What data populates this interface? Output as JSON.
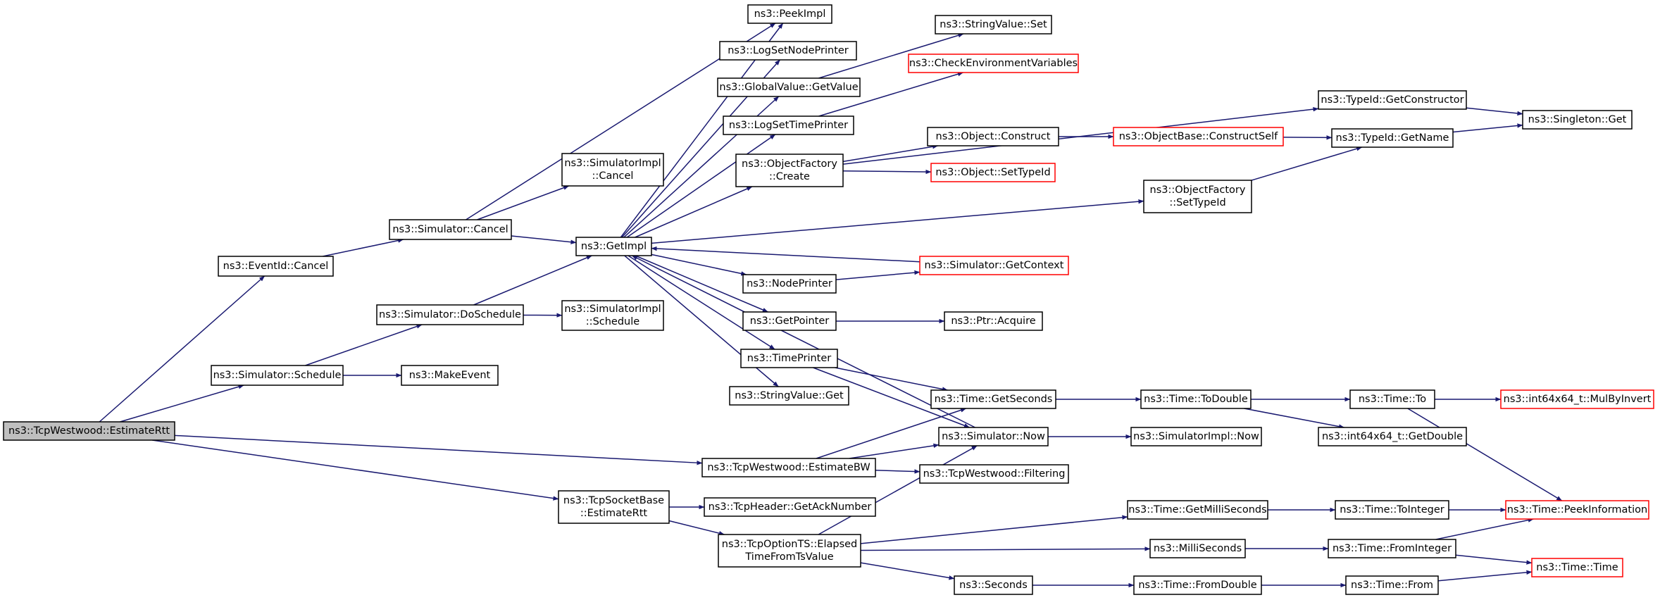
{
  "colors": {
    "edge": "#191970",
    "box_border": "#000000",
    "box_missing_border": "#ff0000",
    "box_fill": "#ffffff",
    "root_fill": "#bfbfbf"
  },
  "nodes": [
    {
      "id": "estimate_rtt_root",
      "lines": [
        "ns3::TcpWestwood::EstimateRtt"
      ],
      "style": "root"
    },
    {
      "id": "eventid_cancel",
      "lines": [
        "ns3::EventId::Cancel"
      ],
      "style": "normal"
    },
    {
      "id": "simulator_schedule",
      "lines": [
        "ns3::Simulator::Schedule"
      ],
      "style": "normal"
    },
    {
      "id": "simulator_cancel",
      "lines": [
        "ns3::Simulator::Cancel"
      ],
      "style": "normal"
    },
    {
      "id": "simulator_doschedule",
      "lines": [
        "ns3::Simulator::DoSchedule"
      ],
      "style": "normal"
    },
    {
      "id": "makeevent",
      "lines": [
        "ns3::MakeEvent"
      ],
      "style": "normal"
    },
    {
      "id": "simulatorimpl_cancel",
      "lines": [
        "ns3::SimulatorImpl",
        "::Cancel"
      ],
      "style": "normal"
    },
    {
      "id": "getimpl",
      "lines": [
        "ns3::GetImpl"
      ],
      "style": "normal"
    },
    {
      "id": "simulatorimpl_schedule",
      "lines": [
        "ns3::SimulatorImpl",
        "::Schedule"
      ],
      "style": "normal"
    },
    {
      "id": "tcpsocketbase_estimatertt",
      "lines": [
        "ns3::TcpSocketBase",
        "::EstimateRtt"
      ],
      "style": "normal"
    },
    {
      "id": "peekimpl",
      "lines": [
        "ns3::PeekImpl"
      ],
      "style": "normal"
    },
    {
      "id": "logsetnodeprinter",
      "lines": [
        "ns3::LogSetNodePrinter"
      ],
      "style": "normal"
    },
    {
      "id": "globalvalue_getvalue",
      "lines": [
        "ns3::GlobalValue::GetValue"
      ],
      "style": "normal"
    },
    {
      "id": "logsettimeprinter",
      "lines": [
        "ns3::LogSetTimePrinter"
      ],
      "style": "normal"
    },
    {
      "id": "objectfactory_create",
      "lines": [
        "ns3::ObjectFactory",
        "::Create"
      ],
      "style": "normal"
    },
    {
      "id": "nodeprinter",
      "lines": [
        "ns3::NodePrinter"
      ],
      "style": "normal"
    },
    {
      "id": "getpointer",
      "lines": [
        "ns3::GetPointer"
      ],
      "style": "normal"
    },
    {
      "id": "timeprinter",
      "lines": [
        "ns3::TimePrinter"
      ],
      "style": "normal"
    },
    {
      "id": "stringvalue_get",
      "lines": [
        "ns3::StringValue::Get"
      ],
      "style": "normal"
    },
    {
      "id": "tcpwestwood_estimatebw",
      "lines": [
        "ns3::TcpWestwood::EstimateBW"
      ],
      "style": "normal"
    },
    {
      "id": "tcpheader_getacknumber",
      "lines": [
        "ns3::TcpHeader::GetAckNumber"
      ],
      "style": "normal"
    },
    {
      "id": "tcpoptionts_elapsed",
      "lines": [
        "ns3::TcpOptionTS::Elapsed",
        "TimeFromTsValue"
      ],
      "style": "normal"
    },
    {
      "id": "stringvalue_set",
      "lines": [
        "ns3::StringValue::Set"
      ],
      "style": "normal"
    },
    {
      "id": "checkenvironmentvariables",
      "lines": [
        "ns3::CheckEnvironmentVariables"
      ],
      "style": "missing"
    },
    {
      "id": "object_construct",
      "lines": [
        "ns3::Object::Construct"
      ],
      "style": "normal"
    },
    {
      "id": "object_settypeid",
      "lines": [
        "ns3::Object::SetTypeId"
      ],
      "style": "missing"
    },
    {
      "id": "simulator_getcontext",
      "lines": [
        "ns3::Simulator::GetContext"
      ],
      "style": "missing"
    },
    {
      "id": "ptr_acquire",
      "lines": [
        "ns3::Ptr::Acquire"
      ],
      "style": "normal"
    },
    {
      "id": "time_getseconds",
      "lines": [
        "ns3::Time::GetSeconds"
      ],
      "style": "normal"
    },
    {
      "id": "simulator_now",
      "lines": [
        "ns3::Simulator::Now"
      ],
      "style": "normal"
    },
    {
      "id": "tcpwestwood_filtering",
      "lines": [
        "ns3::TcpWestwood::Filtering"
      ],
      "style": "normal"
    },
    {
      "id": "objectbase_constructself",
      "lines": [
        "ns3::ObjectBase::ConstructSelf"
      ],
      "style": "missing"
    },
    {
      "id": "objectfactory_settypeid",
      "lines": [
        "ns3::ObjectFactory",
        "::SetTypeId"
      ],
      "style": "normal"
    },
    {
      "id": "time_todouble",
      "lines": [
        "ns3::Time::ToDouble"
      ],
      "style": "normal"
    },
    {
      "id": "simulatorimpl_now",
      "lines": [
        "ns3::SimulatorImpl::Now"
      ],
      "style": "normal"
    },
    {
      "id": "time_getmilliseconds",
      "lines": [
        "ns3::Time::GetMilliSeconds"
      ],
      "style": "normal"
    },
    {
      "id": "milliseconds",
      "lines": [
        "ns3::MilliSeconds"
      ],
      "style": "normal"
    },
    {
      "id": "seconds",
      "lines": [
        "ns3::Seconds"
      ],
      "style": "normal"
    },
    {
      "id": "time_fromdouble",
      "lines": [
        "ns3::Time::FromDouble"
      ],
      "style": "normal"
    },
    {
      "id": "typeid_getconstructor",
      "lines": [
        "ns3::TypeId::GetConstructor"
      ],
      "style": "normal"
    },
    {
      "id": "typeid_getname",
      "lines": [
        "ns3::TypeId::GetName"
      ],
      "style": "normal"
    },
    {
      "id": "time_to",
      "lines": [
        "ns3::Time::To"
      ],
      "style": "normal"
    },
    {
      "id": "int64x64_getdouble",
      "lines": [
        "ns3::int64x64_t::GetDouble"
      ],
      "style": "normal"
    },
    {
      "id": "time_tointeger",
      "lines": [
        "ns3::Time::ToInteger"
      ],
      "style": "normal"
    },
    {
      "id": "time_frominteger",
      "lines": [
        "ns3::Time::FromInteger"
      ],
      "style": "normal"
    },
    {
      "id": "time_from",
      "lines": [
        "ns3::Time::From"
      ],
      "style": "normal"
    },
    {
      "id": "singleton_get",
      "lines": [
        "ns3::Singleton::Get"
      ],
      "style": "normal"
    },
    {
      "id": "int64x64_mulbyinvert",
      "lines": [
        "ns3::int64x64_t::MulByInvert"
      ],
      "style": "missing"
    },
    {
      "id": "time_peekinformation",
      "lines": [
        "ns3::Time::PeekInformation"
      ],
      "style": "missing"
    },
    {
      "id": "time_time",
      "lines": [
        "ns3::Time::Time"
      ],
      "style": "missing"
    }
  ],
  "edges": [
    [
      "estimate_rtt_root",
      "eventid_cancel"
    ],
    [
      "estimate_rtt_root",
      "simulator_schedule"
    ],
    [
      "estimate_rtt_root",
      "tcpwestwood_estimatebw"
    ],
    [
      "estimate_rtt_root",
      "tcpsocketbase_estimatertt"
    ],
    [
      "eventid_cancel",
      "simulator_cancel"
    ],
    [
      "simulator_cancel",
      "simulatorimpl_cancel"
    ],
    [
      "simulator_cancel",
      "getimpl"
    ],
    [
      "simulator_cancel",
      "peekimpl"
    ],
    [
      "simulator_schedule",
      "simulator_doschedule"
    ],
    [
      "simulator_schedule",
      "makeevent"
    ],
    [
      "simulator_doschedule",
      "getimpl"
    ],
    [
      "simulator_doschedule",
      "simulatorimpl_schedule"
    ],
    [
      "getimpl",
      "peekimpl"
    ],
    [
      "getimpl",
      "logsetnodeprinter"
    ],
    [
      "getimpl",
      "globalvalue_getvalue"
    ],
    [
      "getimpl",
      "logsettimeprinter"
    ],
    [
      "getimpl",
      "objectfactory_create"
    ],
    [
      "getimpl",
      "objectfactory_settypeid"
    ],
    [
      "getimpl",
      "nodeprinter"
    ],
    [
      "getimpl",
      "getpointer"
    ],
    [
      "getimpl",
      "timeprinter"
    ],
    [
      "getimpl",
      "stringvalue_get"
    ],
    [
      "simulator_getcontext",
      "getimpl"
    ],
    [
      "simulator_now",
      "getimpl"
    ],
    [
      "globalvalue_getvalue",
      "stringvalue_set"
    ],
    [
      "logsettimeprinter",
      "checkenvironmentvariables"
    ],
    [
      "objectfactory_create",
      "object_construct"
    ],
    [
      "objectfactory_create",
      "object_settypeid"
    ],
    [
      "objectfactory_create",
      "typeid_getconstructor"
    ],
    [
      "object_construct",
      "objectbase_constructself"
    ],
    [
      "objectbase_constructself",
      "typeid_getname"
    ],
    [
      "objectfactory_settypeid",
      "typeid_getname"
    ],
    [
      "typeid_getconstructor",
      "singleton_get"
    ],
    [
      "typeid_getname",
      "singleton_get"
    ],
    [
      "nodeprinter",
      "simulator_getcontext"
    ],
    [
      "getpointer",
      "ptr_acquire"
    ],
    [
      "timeprinter",
      "time_getseconds"
    ],
    [
      "timeprinter",
      "simulator_now"
    ],
    [
      "tcpwestwood_estimatebw",
      "time_getseconds"
    ],
    [
      "tcpwestwood_estimatebw",
      "simulator_now"
    ],
    [
      "tcpwestwood_estimatebw",
      "tcpwestwood_filtering"
    ],
    [
      "tcpsocketbase_estimatertt",
      "tcpheader_getacknumber"
    ],
    [
      "tcpsocketbase_estimatertt",
      "tcpoptionts_elapsed"
    ],
    [
      "tcpoptionts_elapsed",
      "simulator_now"
    ],
    [
      "tcpoptionts_elapsed",
      "time_getmilliseconds"
    ],
    [
      "tcpoptionts_elapsed",
      "milliseconds"
    ],
    [
      "tcpoptionts_elapsed",
      "seconds"
    ],
    [
      "time_getseconds",
      "time_todouble"
    ],
    [
      "simulator_now",
      "simulatorimpl_now"
    ],
    [
      "time_todouble",
      "time_to"
    ],
    [
      "time_todouble",
      "int64x64_getdouble"
    ],
    [
      "time_to",
      "int64x64_mulbyinvert"
    ],
    [
      "time_to",
      "time_peekinformation"
    ],
    [
      "time_getmilliseconds",
      "time_tointeger"
    ],
    [
      "time_tointeger",
      "time_peekinformation"
    ],
    [
      "milliseconds",
      "time_frominteger"
    ],
    [
      "time_frominteger",
      "time_peekinformation"
    ],
    [
      "time_frominteger",
      "time_time"
    ],
    [
      "seconds",
      "time_fromdouble"
    ],
    [
      "time_fromdouble",
      "time_from"
    ],
    [
      "time_from",
      "time_time"
    ]
  ]
}
